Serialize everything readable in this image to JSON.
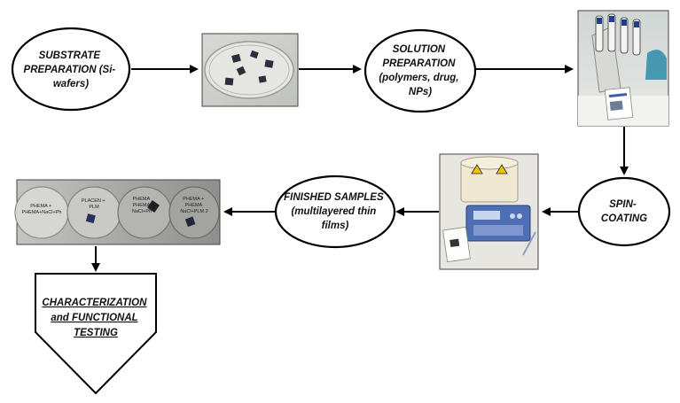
{
  "nodes": {
    "substrate": {
      "lines": [
        "SUBSTRATE",
        "PREPARATION (Si-",
        "wafers)"
      ]
    },
    "solution": {
      "lines": [
        "SOLUTION",
        "PREPARATION",
        "(polymers, drug,",
        "NPs)"
      ]
    },
    "spin": {
      "lines": [
        "SPIN-",
        "COATING"
      ]
    },
    "finished": {
      "lines": [
        "FINISHED SAMPLES",
        "(multilayered thin",
        "films)"
      ]
    },
    "characterization": {
      "lines": [
        "CHARACTERIZATION",
        "and FUNCTIONAL",
        "TESTING"
      ]
    }
  },
  "photos": {
    "wafers": {
      "description": "petri dish with silicon wafers"
    },
    "pipettes": {
      "description": "pipettes on stand"
    },
    "spincoater": {
      "description": "spin coater instrument"
    },
    "samples": {
      "description": "four petri dishes with samples",
      "dish_labels": [
        [
          "PHEMA +",
          "PHEMA+NaCl+Ph"
        ],
        [
          "PLACEN +",
          "PLM"
        ],
        [
          "PHEMA",
          "PHEMA",
          "NaCl+Ph"
        ],
        [
          "PHEMA +",
          "PHEMA",
          "NaCl+PLM 2"
        ]
      ]
    }
  }
}
